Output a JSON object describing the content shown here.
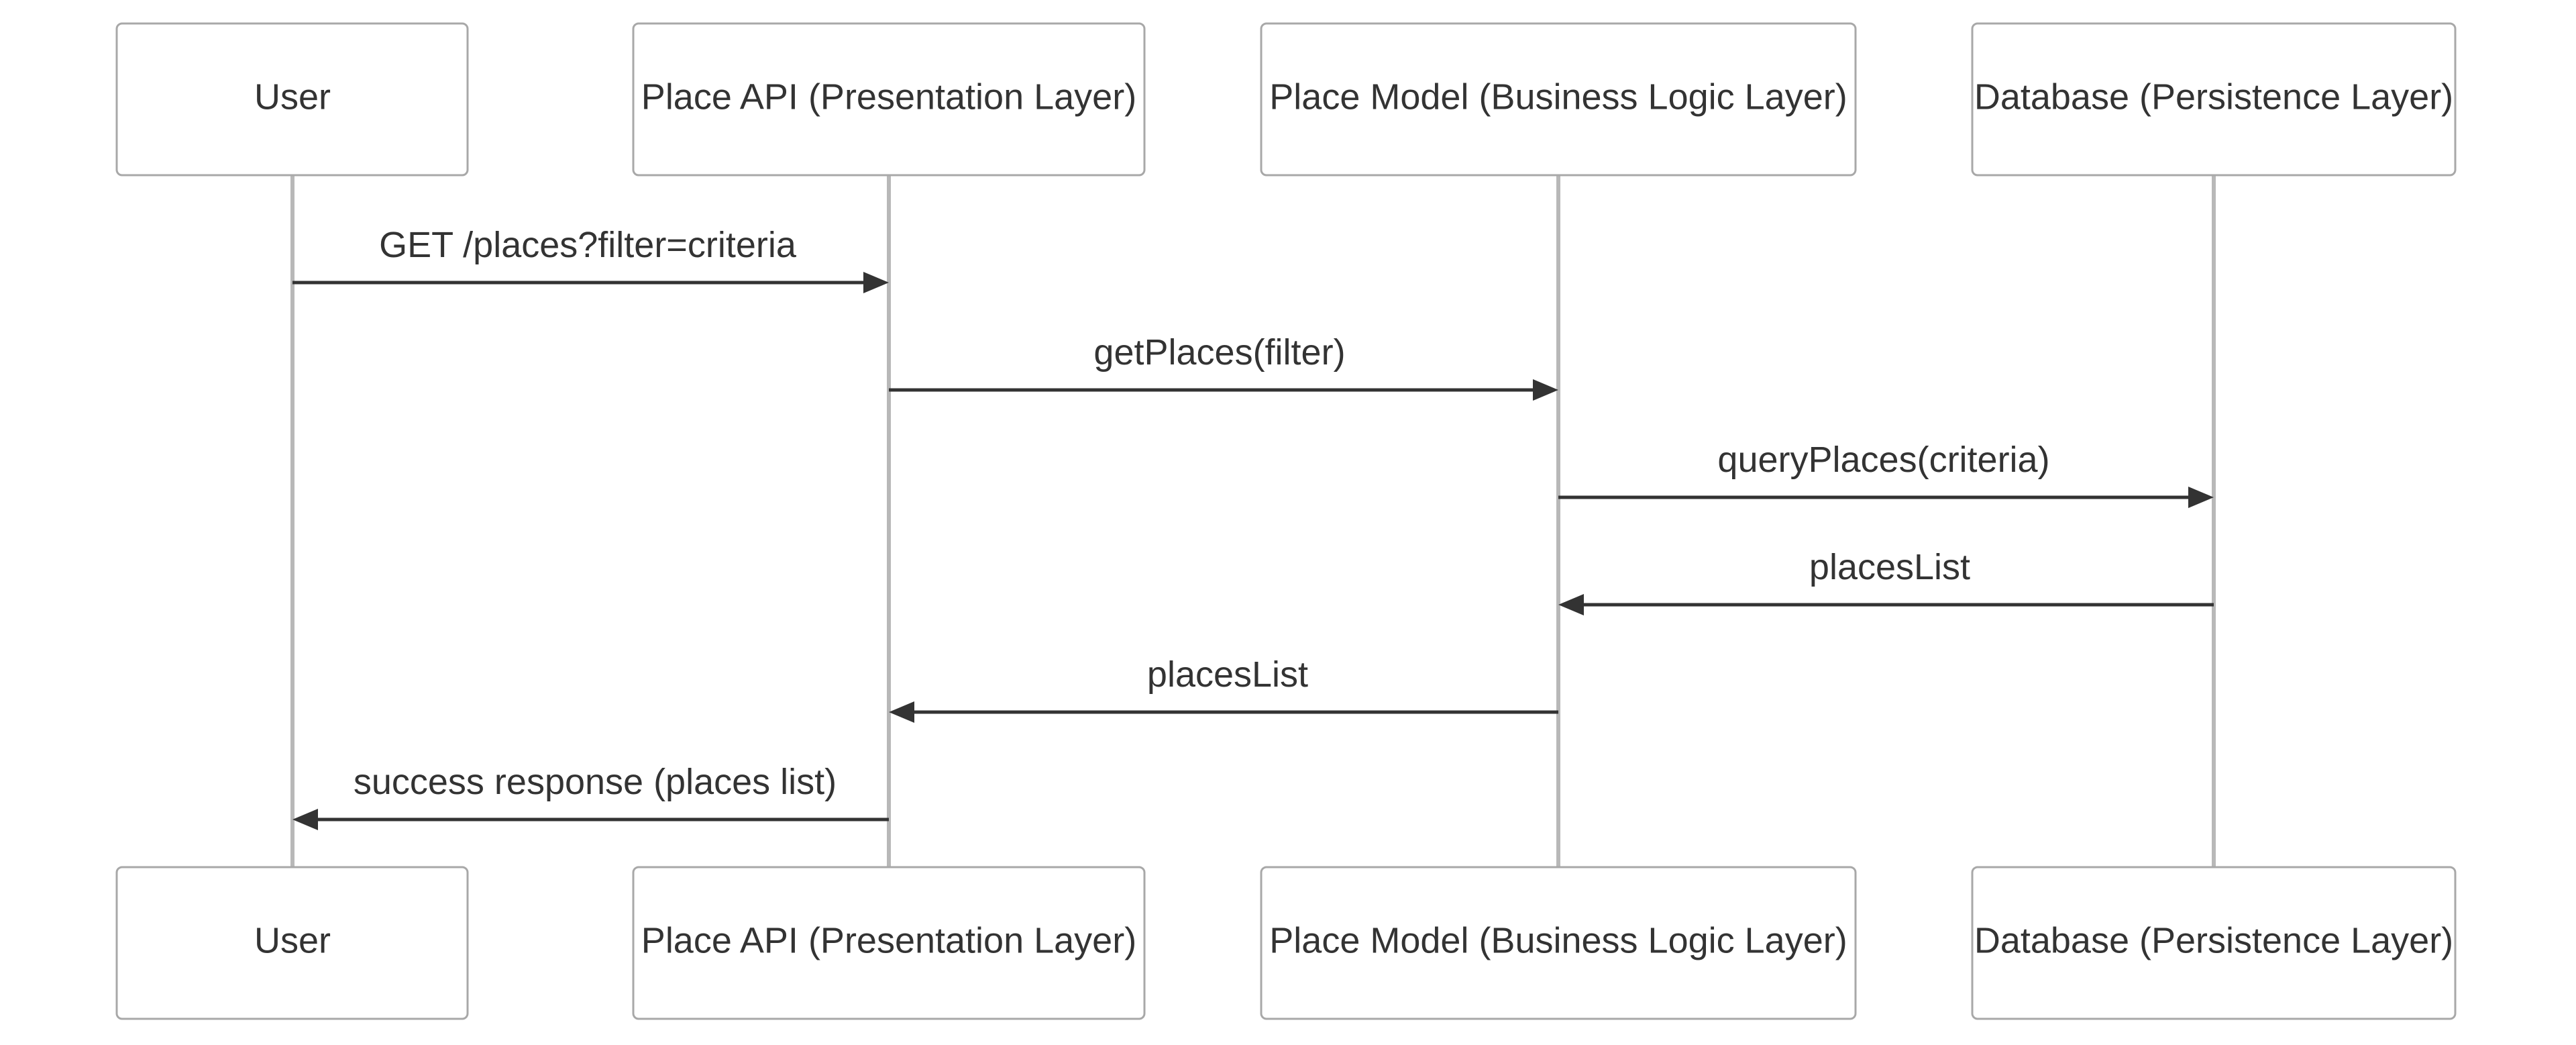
{
  "diagram": {
    "type": "sequence",
    "participants": [
      {
        "id": "user",
        "label": "User"
      },
      {
        "id": "api",
        "label": "Place API (Presentation Layer)"
      },
      {
        "id": "model",
        "label": "Place Model (Business Logic Layer)"
      },
      {
        "id": "db",
        "label": "Database (Persistence Layer)"
      }
    ],
    "messages": [
      {
        "from": "user",
        "to": "api",
        "label": "GET /places?filter=criteria"
      },
      {
        "from": "api",
        "to": "model",
        "label": "getPlaces(filter)"
      },
      {
        "from": "model",
        "to": "db",
        "label": "queryPlaces(criteria)"
      },
      {
        "from": "db",
        "to": "model",
        "label": "placesList"
      },
      {
        "from": "model",
        "to": "api",
        "label": "placesList"
      },
      {
        "from": "api",
        "to": "user",
        "label": "success response (places list)"
      }
    ],
    "colors": {
      "box_border": "#a8a8a8",
      "lifeline": "#b8b8b8",
      "arrow": "#333333",
      "text": "#333333"
    }
  }
}
